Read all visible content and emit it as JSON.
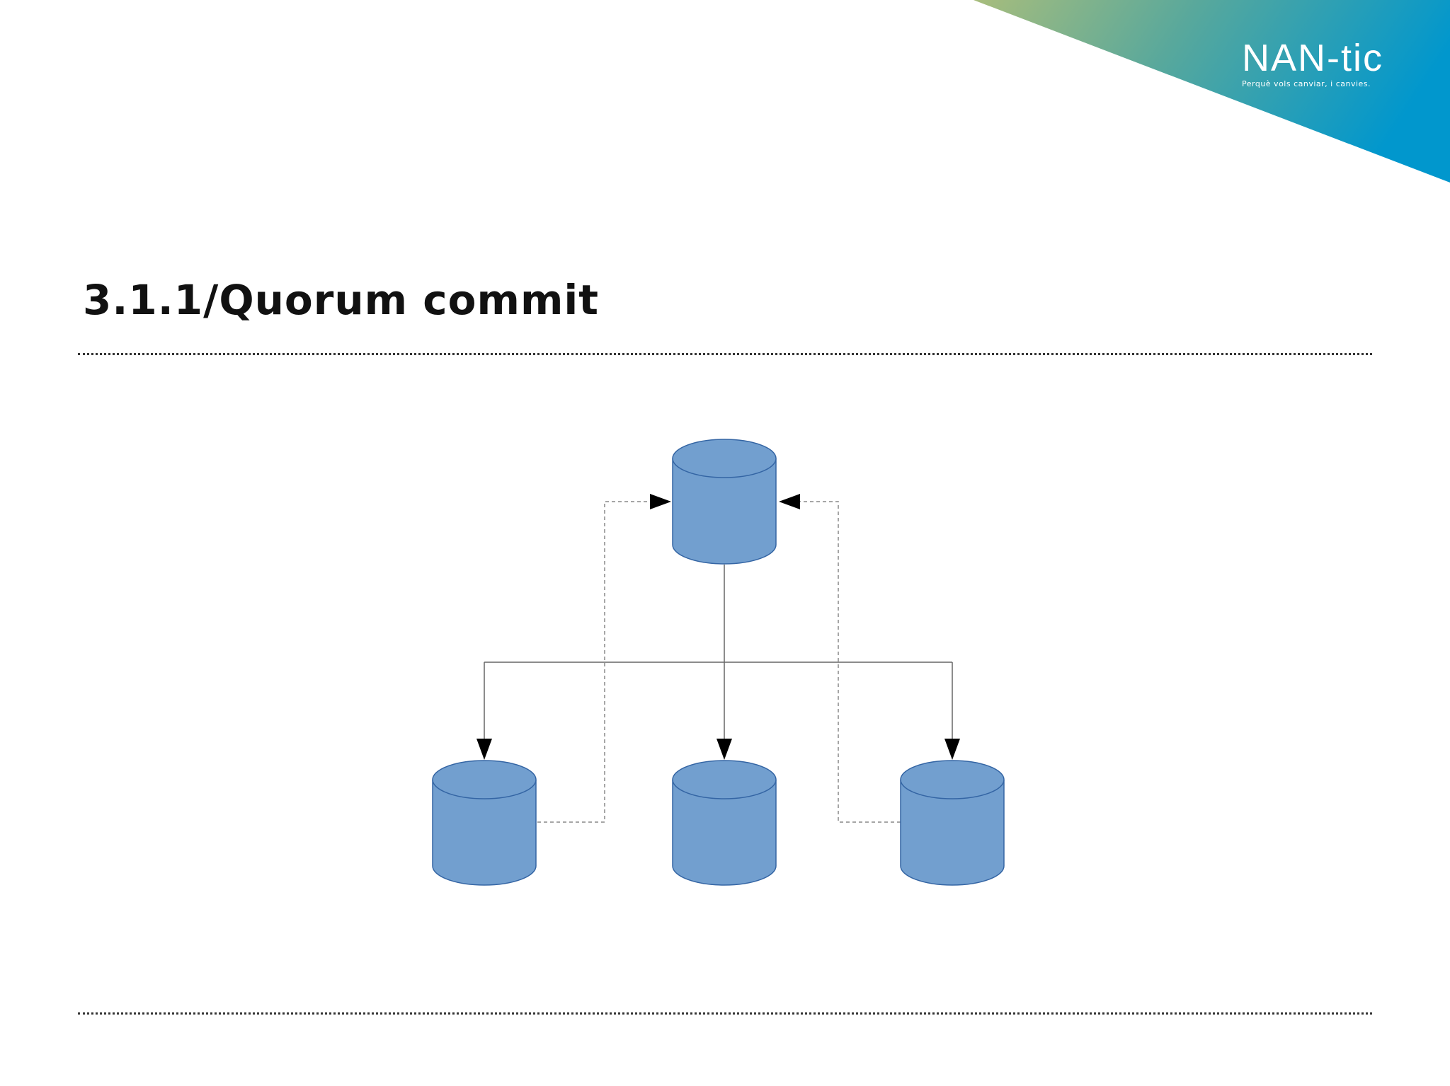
{
  "slide": {
    "title": "3.1.1/Quorum commit"
  },
  "logo": {
    "wordmark": "NAN-tic",
    "tagline": "Perquè vols canviar, i canvies."
  },
  "colors": {
    "database_fill": "#729FCF",
    "database_stroke": "#3465A4",
    "banner_gradient": [
      "#9DB87A",
      "#4FA8A0",
      "#0497CC"
    ]
  },
  "diagram": {
    "nodes": [
      "primary-database",
      "replica-database-left",
      "replica-database-center",
      "replica-database-right"
    ],
    "edges": [
      {
        "from": "primary-database",
        "to": "replica-database-left",
        "style": "solid"
      },
      {
        "from": "primary-database",
        "to": "replica-database-center",
        "style": "solid"
      },
      {
        "from": "primary-database",
        "to": "replica-database-right",
        "style": "solid"
      },
      {
        "from": "replica-database-left",
        "to": "primary-database",
        "style": "dashed"
      },
      {
        "from": "replica-database-right",
        "to": "primary-database",
        "style": "dashed"
      }
    ]
  }
}
